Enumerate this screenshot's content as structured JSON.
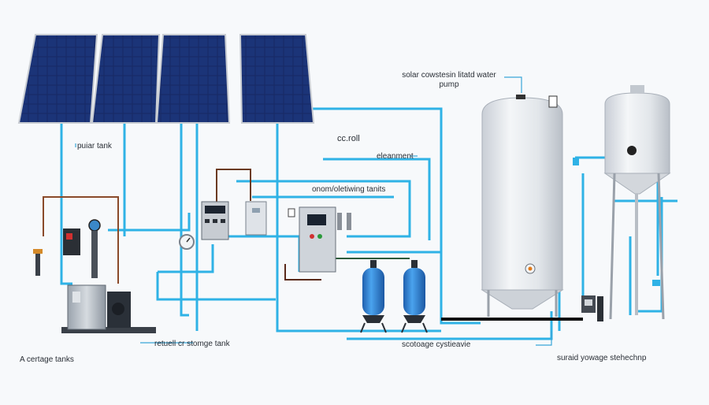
{
  "labels": {
    "top_pump": "solar cowstesin litatd water\npump",
    "polar_tank": "puiar tank",
    "control": "cc.roll",
    "element": "eleanment",
    "tanks": "onom/oletiwing tanits",
    "storage": "retuell cr stomge tank",
    "cartage": "A certage tanks",
    "scotoage": "scotoage cystieavie",
    "suraid": "suraid yowage stehechnp"
  },
  "colors": {
    "pipe": "#2fb2e6",
    "wire": "#8a4a2a",
    "panel": "#13255a",
    "tank": "#dfe3e8",
    "filter": "#2f7fd6"
  },
  "icons": {
    "panels": "solar-panel-icon",
    "pump": "water-pump-icon",
    "controller": "control-box-icon",
    "gauge": "pressure-gauge-icon",
    "valve": "valve-icon"
  }
}
